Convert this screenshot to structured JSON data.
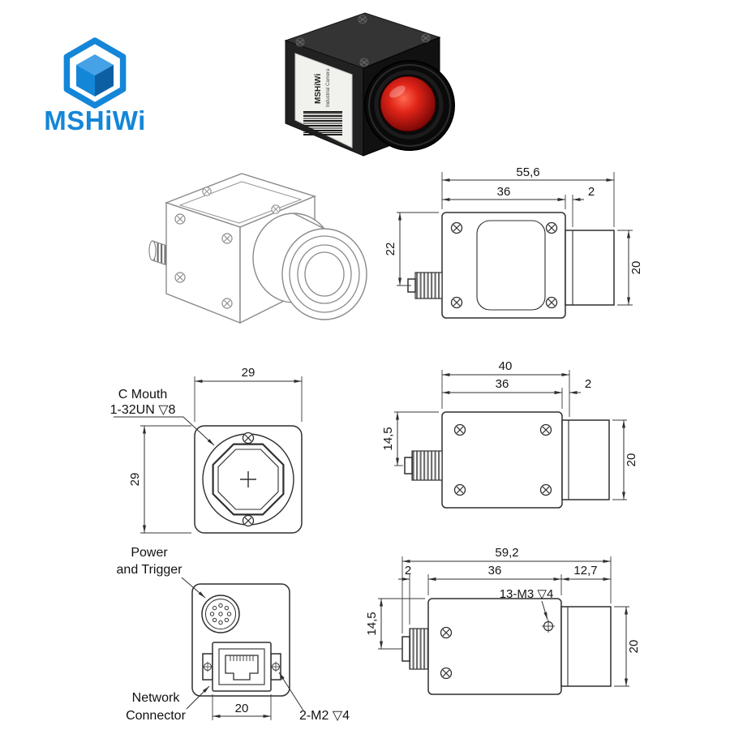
{
  "brand": {
    "name": "MSHiWi",
    "color": "#1486d8"
  },
  "photo": {
    "label_brand": "MSHiWi",
    "label_desc": "Industrial Camera",
    "lens_color": "#d92015"
  },
  "front_view": {
    "mount_label_line1": "C Mouth",
    "mount_label_line2": "1-32UN ▽8",
    "dim_width": "29",
    "dim_height": "29"
  },
  "rear_view": {
    "power_label_line1": "Power",
    "power_label_line2": "and Trigger",
    "network_label_line1": "Network",
    "network_label_line2": "Connector",
    "dim_connector_width": "20",
    "screw_label": "2-M2 ▽4"
  },
  "side_view_top": {
    "dim_overall": "55,6",
    "dim_body": "36",
    "dim_offset": "2",
    "dim_height_left": "22",
    "dim_lens_height": "20"
  },
  "side_view_middle": {
    "dim_overall": "40",
    "dim_body": "36",
    "dim_offset": "2",
    "dim_height_left": "14,5",
    "dim_lens_height": "20"
  },
  "side_view_bottom": {
    "dim_overall": "59,2",
    "dim_offset_left": "2",
    "dim_body": "36",
    "dim_lens_ext": "12,7",
    "dim_height_left": "14,5",
    "dim_lens_height": "20",
    "screw_label": "13-M3 ▽4"
  }
}
